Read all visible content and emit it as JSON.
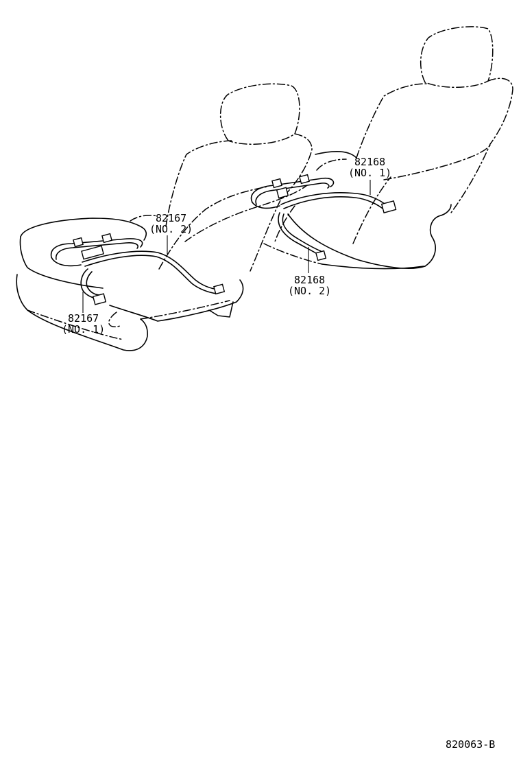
{
  "callouts": [
    {
      "part_number": "82167",
      "sub_label": "(NO. 2)"
    },
    {
      "part_number": "82167",
      "sub_label": "(NO. 1)"
    },
    {
      "part_number": "82168",
      "sub_label": "(NO. 1)"
    },
    {
      "part_number": "82168",
      "sub_label": "(NO. 2)"
    }
  ],
  "diagram_code": "820063-B"
}
